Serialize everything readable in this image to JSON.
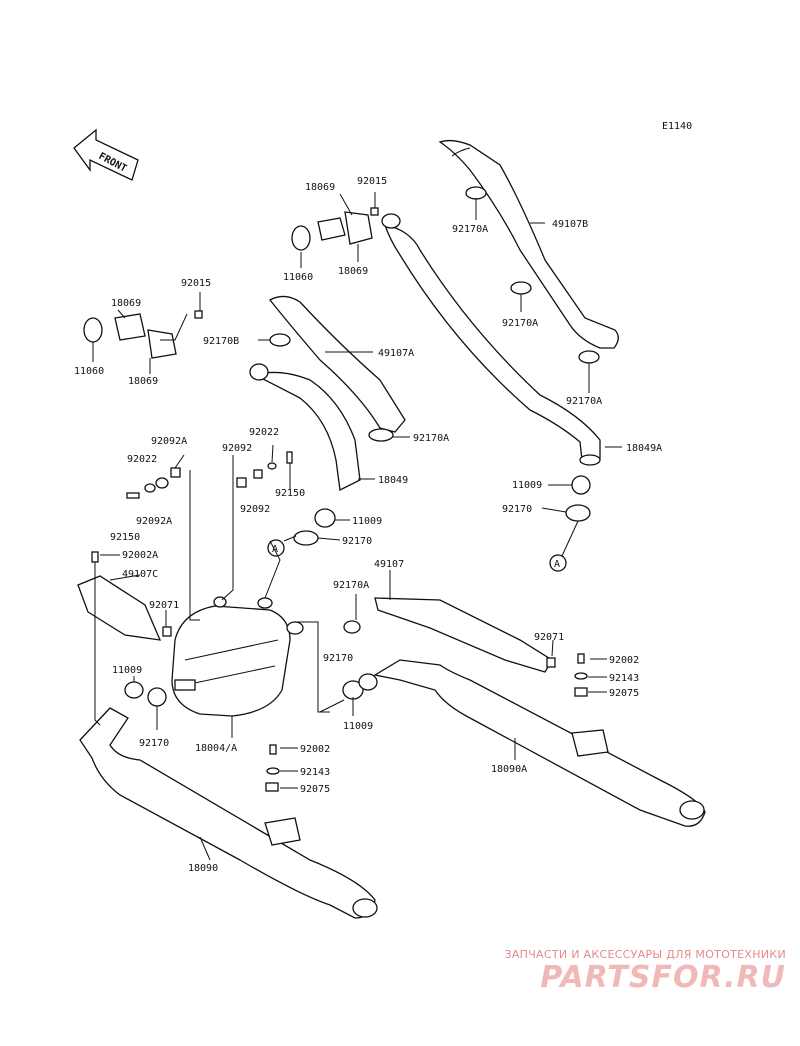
{
  "diagram_code": "E1140",
  "front_label": "FRONT",
  "callout_letter": "A",
  "labels": {
    "l18069_top": "18069",
    "l92015_top": "92015",
    "l11060_top": "11060",
    "l18069_top2": "18069",
    "l92170A_1": "92170A",
    "l49107B": "49107B",
    "l92170A_2": "92170A",
    "l92170A_3": "92170A",
    "l18049A": "18049A",
    "l11009_r": "11009",
    "l92170_r": "92170",
    "l92015_l": "92015",
    "l18069_l": "18069",
    "l11060_l": "11060",
    "l18069_l2": "18069",
    "l92170B": "92170B",
    "l49107A": "49107A",
    "l92170A_m": "92170A",
    "l18049": "18049",
    "l11009_m": "11009",
    "l92170_m": "92170",
    "l92022_a": "92022",
    "l92092": "92092",
    "l92092A_1": "92092A",
    "l92022_b": "92022",
    "l92150_r": "92150",
    "l92092_b": "92092",
    "l92092A_2": "92092A",
    "l92150_l": "92150",
    "l92002A": "92002A",
    "l49107C": "49107C",
    "l92071_l": "92071",
    "l11009_l": "11009",
    "l92170_l": "92170",
    "l18004A": "18004/A",
    "l49107": "49107",
    "l92170A_c": "92170A",
    "l92170_c": "92170",
    "l11009_c": "11009",
    "l92071_r": "92071",
    "l92002_r": "92002",
    "l92143_r": "92143",
    "l92075_r": "92075",
    "l18090A": "18090A",
    "l92002_b": "92002",
    "l92143_b": "92143",
    "l92075_b": "92075",
    "l18090": "18090"
  },
  "watermark": {
    "caption": "ЗАПЧАСТИ И АКСЕССУАРЫ ДЛЯ МОТОТЕХНИКИ",
    "logo": "PARTSFOR.RU",
    "color": "#e58a8a"
  }
}
